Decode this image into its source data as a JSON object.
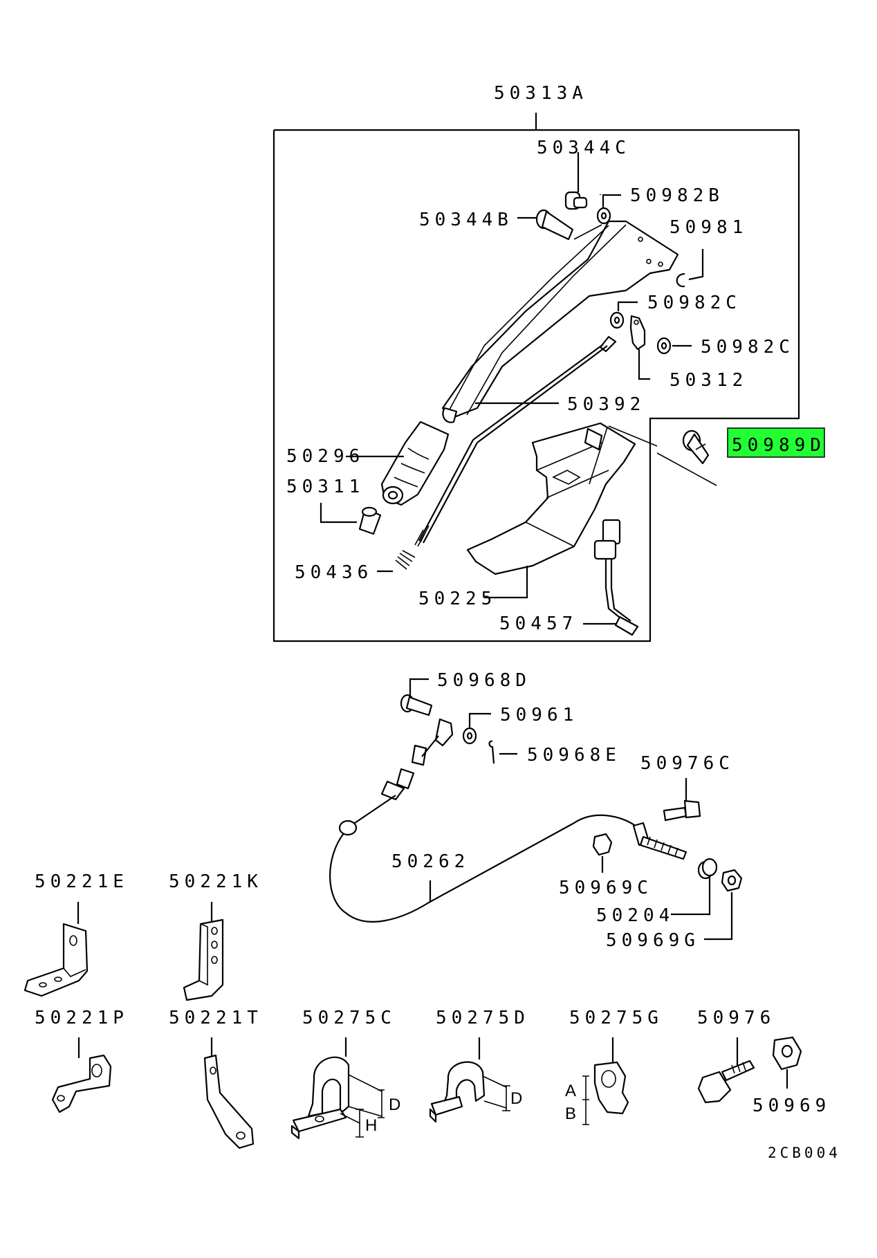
{
  "colors": {
    "highlight": "#22ff33",
    "ink": "#000000",
    "background": "#ffffff"
  },
  "assembly_label": "50313A",
  "parts": {
    "p50344C": "50344C",
    "p50982B": "50982B",
    "p50344B": "50344B",
    "p50981": "50981",
    "p50982C_a": "50982C",
    "p50982C_b": "50982C",
    "p50312": "50312",
    "p50392": "50392",
    "p50296": "50296",
    "p50311": "50311",
    "p50436": "50436",
    "p50225": "50225",
    "p50457": "50457",
    "p50989D": "50989D",
    "p50968D": "50968D",
    "p50961": "50961",
    "p50968E": "50968E",
    "p50976C": "50976C",
    "p50262": "50262",
    "p50969C": "50969C",
    "p50204": "50204",
    "p50969G": "50969G",
    "p50221E": "50221E",
    "p50221K": "50221K",
    "p50221P": "50221P",
    "p50221T": "50221T",
    "p50275C": "50275C",
    "p50275D": "50275D",
    "p50275G": "50275G",
    "p50976": "50976",
    "p50969": "50969"
  },
  "dimensions": {
    "d1": "D",
    "h1": "H",
    "d2": "D",
    "a": "A",
    "b": "B"
  },
  "drawing_code": "2CB004"
}
